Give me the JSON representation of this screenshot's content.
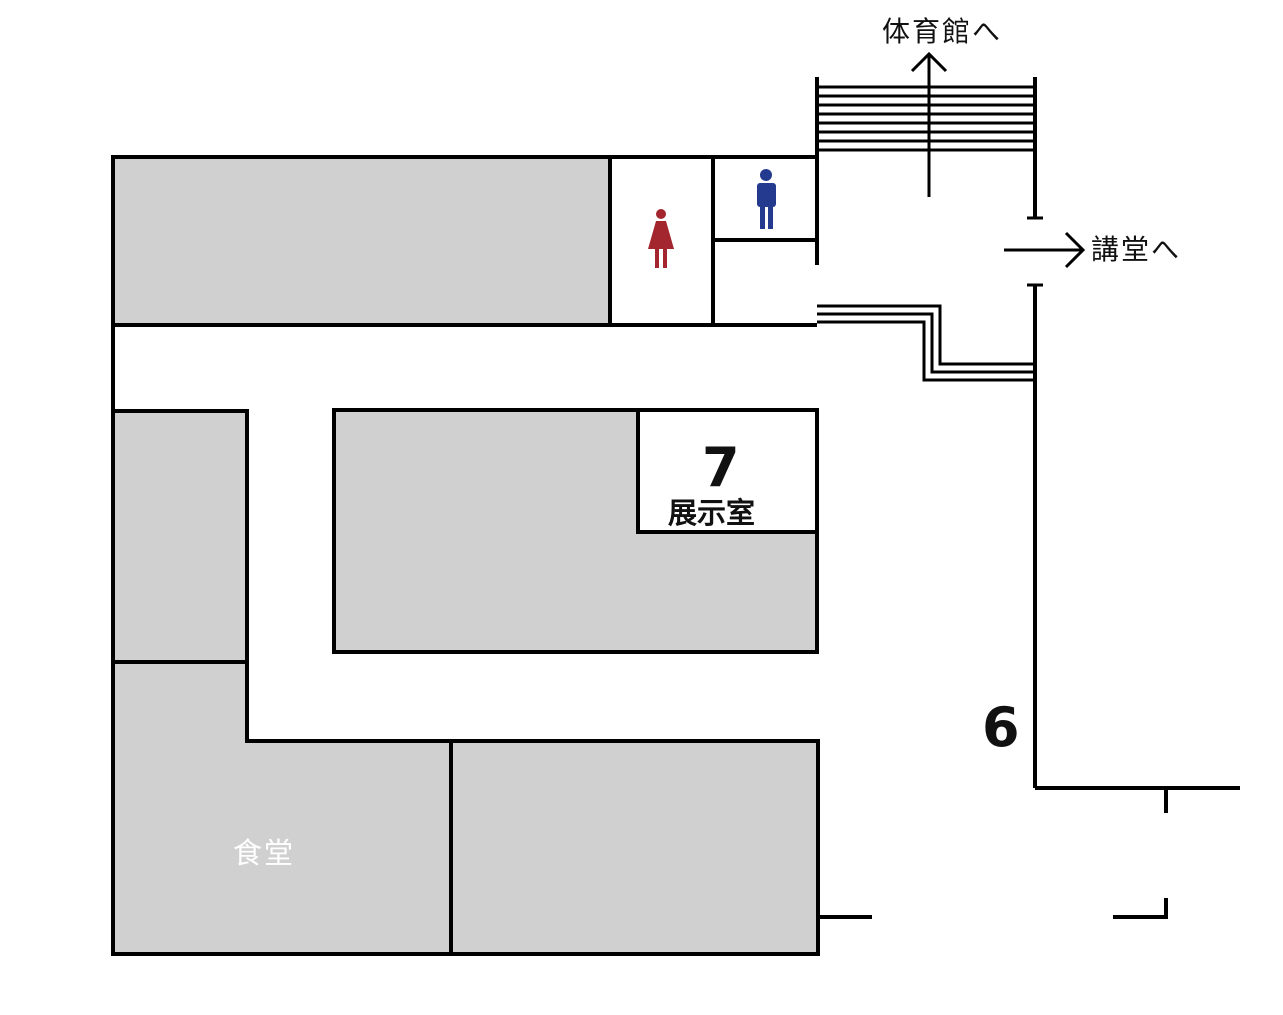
{
  "map": {
    "destinations": {
      "gym": "体育館へ",
      "auditorium": "講堂へ"
    },
    "rooms": {
      "exhibition_number": "7",
      "exhibition_name": "展示室",
      "cafeteria": "食堂"
    },
    "area_number": "6",
    "restrooms": {
      "women_icon": "woman-restroom-icon",
      "men_icon": "man-restroom-icon",
      "women_color": "#a3262e",
      "men_color": "#243a8f"
    },
    "colors": {
      "room_fill": "#d0d0d0",
      "wall": "#000000",
      "cafeteria_text": "#ffffff"
    }
  }
}
